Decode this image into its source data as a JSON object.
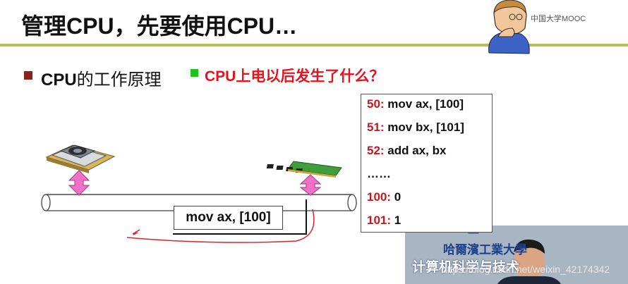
{
  "slide": {
    "title": "管理CPU，先要使用CPU…",
    "logo_text": "中国大学MOOC",
    "bullet1": {
      "bold": "CPU",
      "rest": "的工作原理"
    },
    "bullet2": "CPU上电以后发生了什么？",
    "instruction_box": "mov ax, [100]",
    "memory": [
      {
        "addr": "50:",
        "content": " mov ax, [100]"
      },
      {
        "addr": "51:",
        "content": " mov bx, [101]"
      },
      {
        "addr": "52:",
        "content": " add ax, bx"
      },
      {
        "addr": "",
        "content": "……"
      },
      {
        "addr": "100:",
        "content": " 0"
      },
      {
        "addr": "101:",
        "content": " 1"
      }
    ]
  },
  "video": {
    "school_text": "哈爾濱工業大學",
    "dept_text": "计算机科学与技术",
    "watermark": "https://blog.csdn.net/weixin_42174342"
  },
  "colors": {
    "accent_line": "#b5bf52",
    "address_red": "#c8161d",
    "question_red": "#e8111d",
    "bullet_green": "#1cc41c",
    "bullet_brown": "#8b2418",
    "arrow_pink": "#f070c8"
  }
}
